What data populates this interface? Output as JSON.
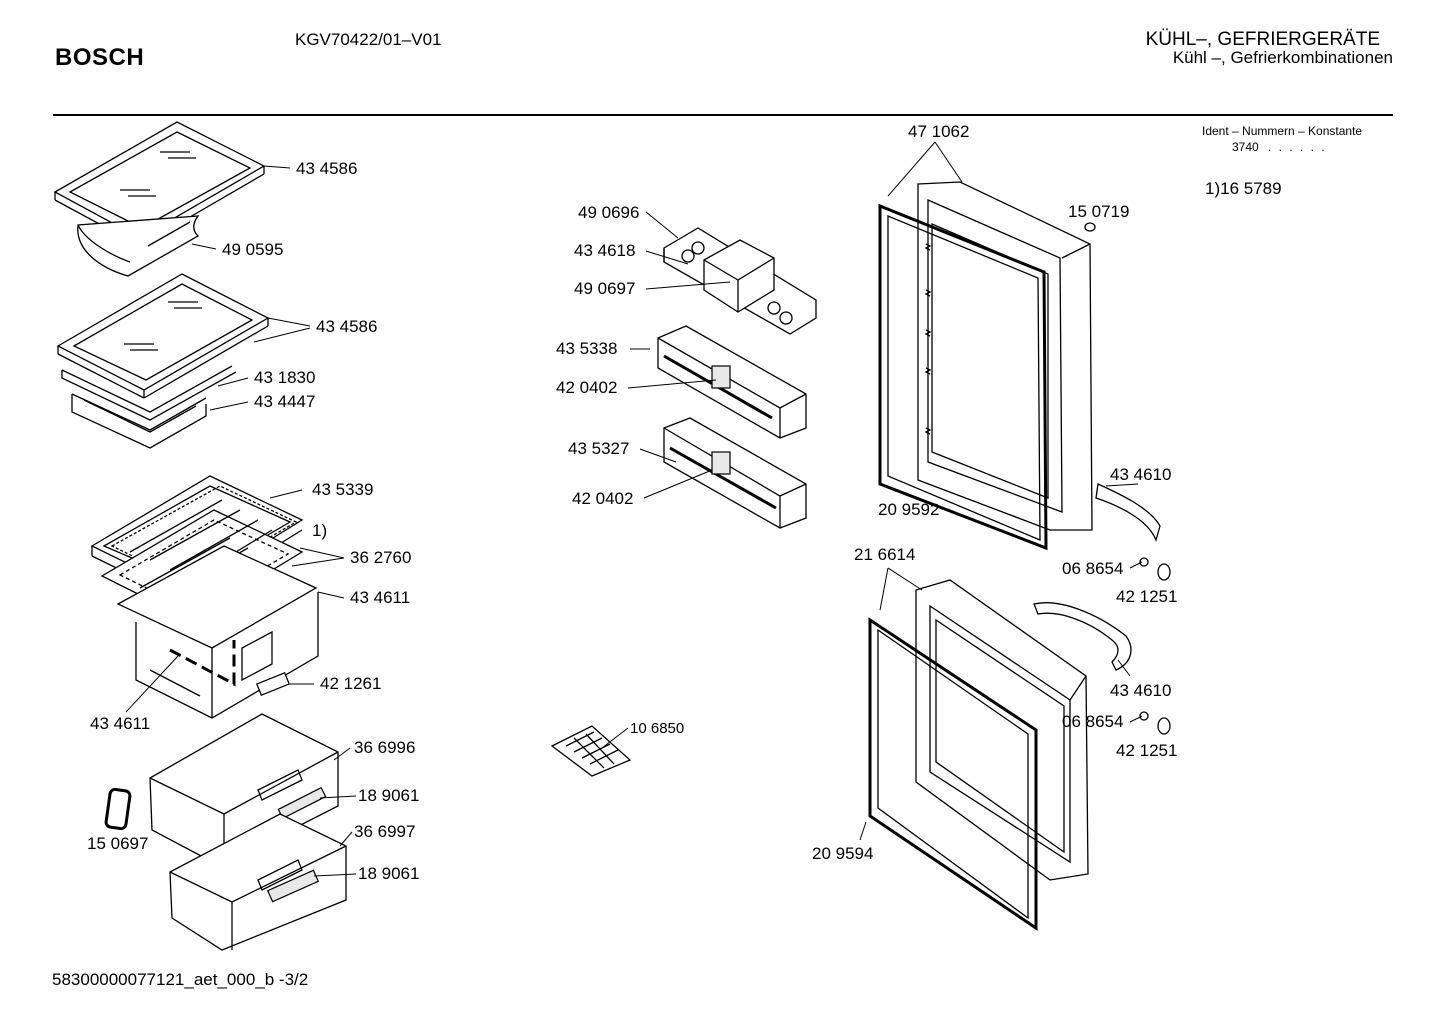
{
  "header": {
    "brand": "BOSCH",
    "model": "KGV70422/01–V01",
    "category_line1": "KÜHL–, GEFRIERGERÄTE",
    "category_line2": "Kühl –, Gefrierkombinationen",
    "ident_title": "Ident – Nummern – Konstante",
    "ident_value": "3740",
    "ident_dots": ". .   . . . .",
    "note": "1)16 5789"
  },
  "footer": {
    "document_id": "58300000077121_aet_000_b  -3/2"
  },
  "parts": [
    {
      "label": "43 4586"
    },
    {
      "label": "49 0595"
    },
    {
      "label": "43 4586"
    },
    {
      "label": "43 1830"
    },
    {
      "label": "43 4447"
    },
    {
      "label": "43 5339"
    },
    {
      "label": "1)"
    },
    {
      "label": "36 2760"
    },
    {
      "label": "43 4611"
    },
    {
      "label": "42 1261"
    },
    {
      "label": "43 4611"
    },
    {
      "label": "36 6996"
    },
    {
      "label": "18 9061"
    },
    {
      "label": "15 0697"
    },
    {
      "label": "36 6997"
    },
    {
      "label": "18 9061"
    },
    {
      "label": "49 0696"
    },
    {
      "label": "43 4618"
    },
    {
      "label": "49 0697"
    },
    {
      "label": "43 5338"
    },
    {
      "label": "42 0402"
    },
    {
      "label": "43 5327"
    },
    {
      "label": "42 0402"
    },
    {
      "label": "10 6850"
    },
    {
      "label": "47 1062"
    },
    {
      "label": "15 0719"
    },
    {
      "label": "20 9592"
    },
    {
      "label": "43 4610"
    },
    {
      "label": "21 6614"
    },
    {
      "label": "06 8654"
    },
    {
      "label": "42 1251"
    },
    {
      "label": "43 4610"
    },
    {
      "label": "06 8654"
    },
    {
      "label": "42 1251"
    },
    {
      "label": "20 9594"
    }
  ]
}
